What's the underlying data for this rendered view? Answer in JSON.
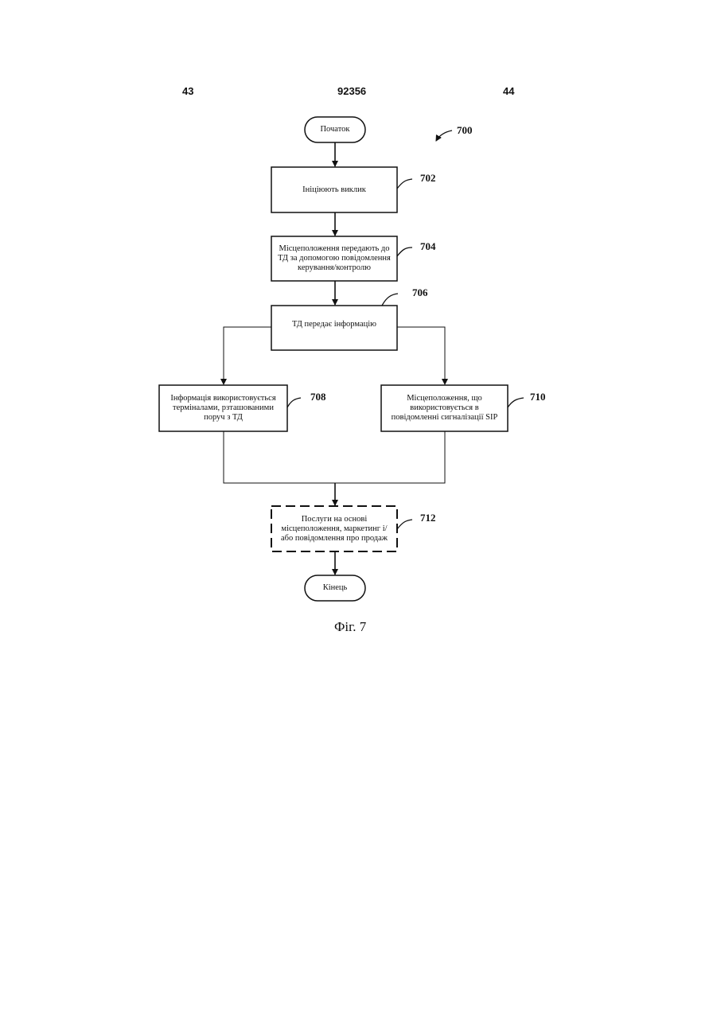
{
  "header": {
    "page_left": "43",
    "doc_number": "92356",
    "page_right": "44"
  },
  "diagram": {
    "figure_ref": "700",
    "nodes": {
      "start": {
        "label": "Початок"
      },
      "n702": {
        "label": "Ініціюють виклик",
        "ref": "702"
      },
      "n704": {
        "label": "Місцеположення передають до ТД за допомогою повідомлення керування/контролю",
        "ref": "704"
      },
      "n706": {
        "label": "ТД передає інформацію",
        "ref": "706"
      },
      "n708": {
        "label": "Інформація використовується терміналами, рзташованими поруч з ТД",
        "ref": "708"
      },
      "n710": {
        "label": "Місцеположення, що використовується в повідомленні сигналізації SIP",
        "ref": "710"
      },
      "n712": {
        "label": "Послуги на основі місцеположення, маркетинг і/або повідомлення про продаж",
        "ref": "712"
      },
      "end": {
        "label": "Кінець"
      }
    }
  },
  "caption": "Фіг. 7"
}
